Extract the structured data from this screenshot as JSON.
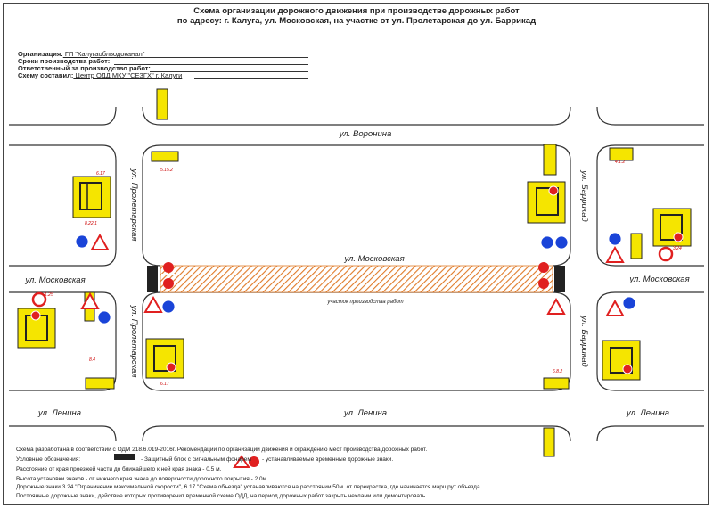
{
  "header": {
    "title_line1": "Схема организации дорожного движения при производстве дорожных работ",
    "title_line2": "по адресу: г. Калуга, ул. Московская, на участке от ул. Пролетарская до ул. Баррикад"
  },
  "info": {
    "org_label": "Организация:",
    "org_value": " ГП \"Калугаоблводоканал\"",
    "dates_label": "Сроки производства работ:",
    "responsible_label": "Ответственный за производство работ:",
    "author_label": "Схему составил:",
    "author_value": " Центр ОДД МКУ \"СЕЗГХ\" г. Калуги"
  },
  "streets": {
    "voronina": "ул. Воронина",
    "moskovskaya_center": "ул. Московская",
    "moskovskaya_left": "ул. Московская",
    "moskovskaya_right": "ул. Московская",
    "lenina_left": "ул. Ленина",
    "lenina_center": "ул. Ленина",
    "lenina_right": "ул. Ленина",
    "proletarskaya_top": "ул. Пролетарская",
    "proletarskaya_bottom": "ул. Пролетарская",
    "barrikad_top": "ул. Баррикад",
    "barrikad_bottom": "ул. Баррикад"
  },
  "work_zone_label": "участок производства работ",
  "sign_codes": {
    "s1": "6.17",
    "s2": "5.15.2",
    "s3": "8.22.1",
    "s4": "3.24",
    "s5": "8.4",
    "s6": "4.1.2",
    "s7": "1.25",
    "s8": "6.8.2"
  },
  "footer": {
    "line1": "Схема разработана в соответствии с ОДМ 218.6.019-2016г. Рекомендации по организации движения и ограждению мест производства дорожных работ.",
    "legend_label": "Условные обозначения:",
    "legend_block": "- Защитный блок с сигнальным фонарем",
    "legend_signs": "- устанавливаемые временные дорожные знаки.",
    "line3": "Расстояние от края проезжей части до ближайшего к ней края знака - 0.5 м.",
    "line4": "Высота установки знаков - от нижнего края знака до поверхности дорожного покрытия - 2.0м.",
    "line5": "Дорожные знаки 3.24 \"Ограничение максимальной скорости\", 6.17 \"Схема объезда\" устанавливаются на расстоянии 50м. от перекрестка, где начинается маршрут объезда",
    "line6": "Постоянные дорожные знаки, действие которых противоречит временной схеме ОДД, на период дорожных работ закрыть чехлами или демонтировать"
  },
  "colors": {
    "detour_sign_fill": "#f5e500",
    "work_zone_hatch": "#e07a28",
    "prohibition_red": "#e02020",
    "mandatory_blue": "#1a44d8"
  }
}
